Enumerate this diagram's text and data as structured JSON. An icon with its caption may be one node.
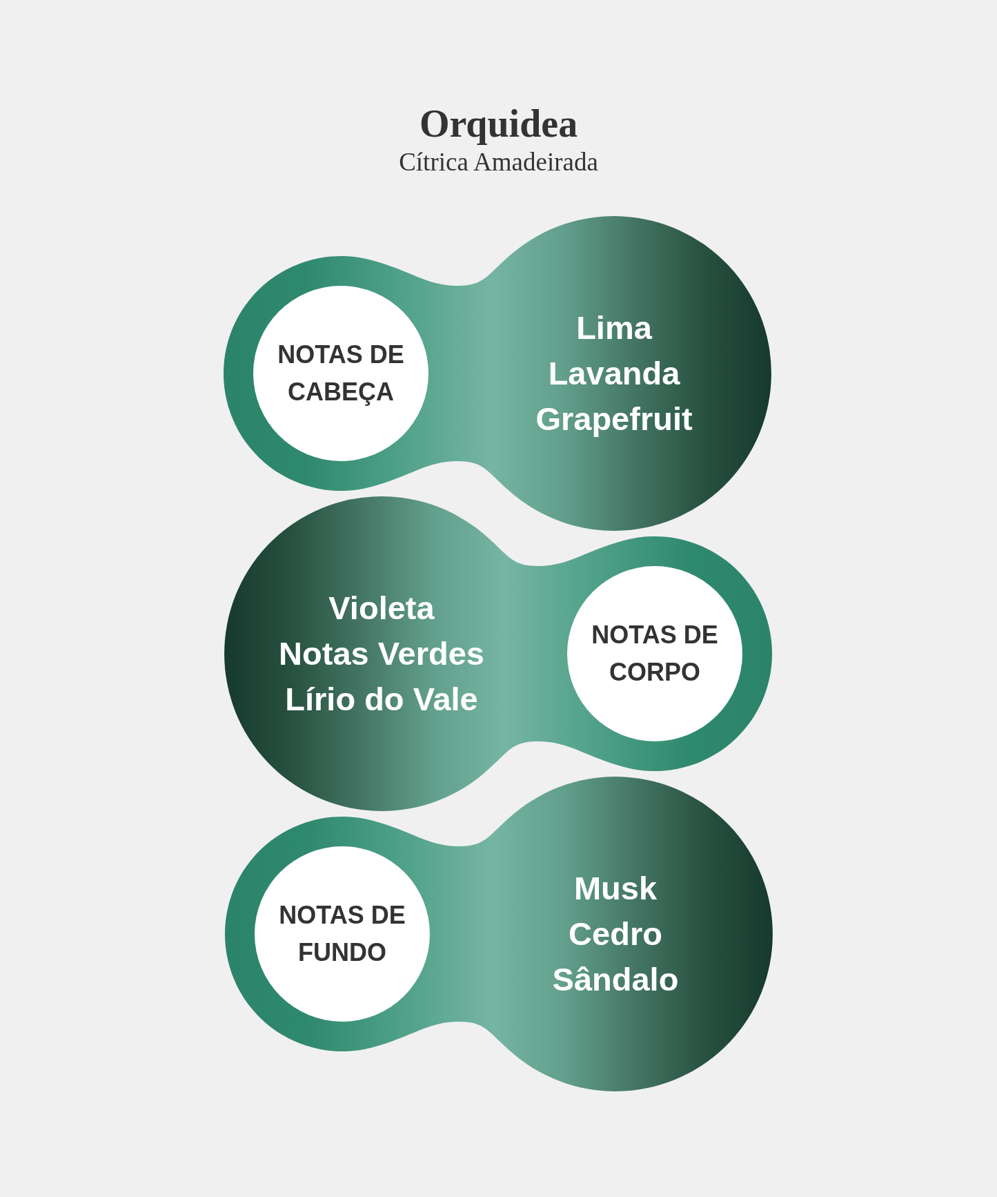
{
  "diagram": {
    "title": "Orquidea",
    "nodes": [
      {
        "text": [
          "Lima",
          "Lavanda",
          "Grapefruit"
        ]
      },
      {
        "text": [
          "NOTAS DE CABEÇA"
        ],
        "in": 0
      },
      {
        "text": [
          "Violeta",
          "Notas Verdes",
          "Lírio do Vale"
        ]
      },
      {
        "text": [
          "NOTAS DE CORPO"
        ],
        "in": 2
      },
      {
        "text": [
          "Musk",
          "Cedro",
          "Sândalo"
        ]
      },
      {
        "text": [
          "NOTAS DE FUNDO"
        ],
        "in": 4
      }
    ],
    "labels": [
      "Cítrica Amadeirada"
    ]
  }
}
